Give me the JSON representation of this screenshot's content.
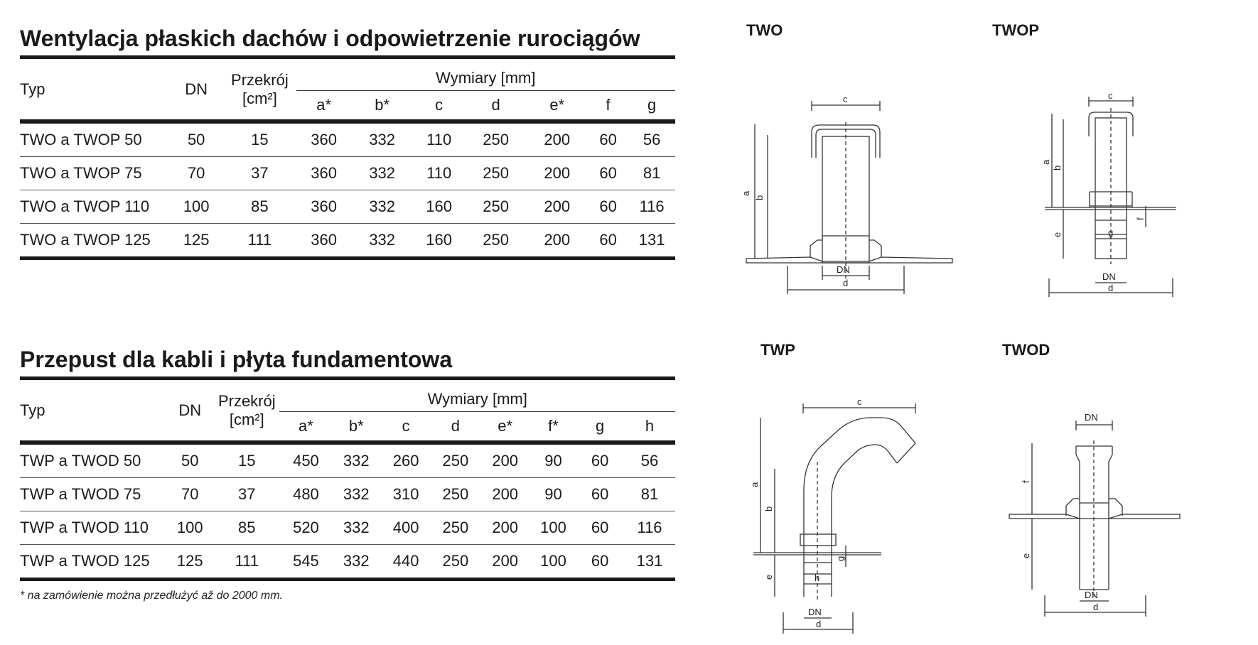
{
  "section1": {
    "title": "Wentylacja płaskich dachów i odpowietrzenie rurociągów",
    "headers": {
      "typ": "Typ",
      "dn": "DN",
      "przekroj_line1": "Przekrój",
      "przekroj_line2": "[cm²]",
      "wymiary": "Wymiary [mm]",
      "cols": [
        "a*",
        "b*",
        "c",
        "d",
        "e*",
        "f",
        "g"
      ]
    },
    "rows": [
      {
        "typ": "TWO a TWOP 50",
        "dn": "50",
        "przekroj": "15",
        "a": "360",
        "b": "332",
        "c": "110",
        "d": "250",
        "e": "200",
        "f": "60",
        "g": "56"
      },
      {
        "typ": "TWO a TWOP 75",
        "dn": "70",
        "przekroj": "37",
        "a": "360",
        "b": "332",
        "c": "110",
        "d": "250",
        "e": "200",
        "f": "60",
        "g": "81"
      },
      {
        "typ": "TWO a TWOP 110",
        "dn": "100",
        "przekroj": "85",
        "a": "360",
        "b": "332",
        "c": "160",
        "d": "250",
        "e": "200",
        "f": "60",
        "g": "116"
      },
      {
        "typ": "TWO a TWOP 125",
        "dn": "125",
        "przekroj": "111",
        "a": "360",
        "b": "332",
        "c": "160",
        "d": "250",
        "e": "200",
        "f": "60",
        "g": "131"
      }
    ]
  },
  "section2": {
    "title": "Przepust dla kabli i płyta fundamentowa",
    "headers": {
      "typ": "Typ",
      "dn": "DN",
      "przekroj_line1": "Przekrój",
      "przekroj_line2": "[cm²]",
      "wymiary": "Wymiary [mm]",
      "cols": [
        "a*",
        "b*",
        "c",
        "d",
        "e*",
        "f*",
        "g",
        "h"
      ]
    },
    "rows": [
      {
        "typ": "TWP a TWOD 50",
        "dn": "50",
        "przekroj": "15",
        "a": "450",
        "b": "332",
        "c": "260",
        "d": "250",
        "e": "200",
        "f": "90",
        "g": "60",
        "h": "56"
      },
      {
        "typ": "TWP a TWOD 75",
        "dn": "70",
        "przekroj": "37",
        "a": "480",
        "b": "332",
        "c": "310",
        "d": "250",
        "e": "200",
        "f": "90",
        "g": "60",
        "h": "81"
      },
      {
        "typ": "TWP a TWOD 110",
        "dn": "100",
        "przekroj": "85",
        "a": "520",
        "b": "332",
        "c": "400",
        "d": "250",
        "e": "200",
        "f": "100",
        "g": "60",
        "h": "116"
      },
      {
        "typ": "TWP a TWOD 125",
        "dn": "125",
        "przekroj": "111",
        "a": "545",
        "b": "332",
        "c": "440",
        "d": "250",
        "e": "200",
        "f": "100",
        "g": "60",
        "h": "131"
      }
    ]
  },
  "footnote": "*   na zamówienie można przedłużyć až do 2000 mm.",
  "drawings": {
    "two": {
      "title": "TWO",
      "labels": {
        "a": "a",
        "b": "b",
        "c": "c",
        "d": "d",
        "dn": "DN"
      }
    },
    "twop": {
      "title": "TWOP",
      "labels": {
        "a": "a",
        "b": "b",
        "c": "c",
        "d": "d",
        "e": "e",
        "f": "f",
        "g": "g",
        "dn": "DN"
      }
    },
    "twp": {
      "title": "TWP",
      "labels": {
        "a": "a",
        "b": "b",
        "c": "c",
        "d": "d",
        "e": "e",
        "g": "g",
        "h": "h",
        "dn": "DN"
      }
    },
    "twod": {
      "title": "TWOD",
      "labels": {
        "d": "d",
        "e": "e",
        "f": "f",
        "dn_top": "DN",
        "dn_bottom": "DN"
      }
    }
  }
}
